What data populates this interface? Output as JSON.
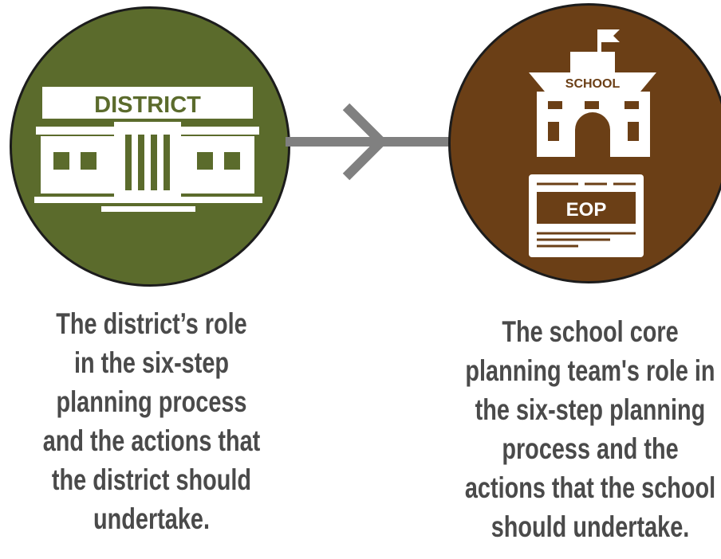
{
  "district": {
    "icon_label": "DISTRICT",
    "icon": "district-building-icon",
    "color": "#5b6b2c",
    "caption_lines": [
      "The district’s role",
      "in the six-step",
      "planning process",
      "and the actions that",
      "the district should",
      "undertake."
    ]
  },
  "school": {
    "icon_label": "SCHOOL",
    "document_label": "EOP",
    "icon": "school-building-icon",
    "color": "#6b3f16",
    "caption_lines": [
      "The school core",
      "planning team's role in",
      "the six-step planning",
      "process and the",
      "actions that the school",
      "should undertake."
    ]
  },
  "arrow_color": "#808080"
}
